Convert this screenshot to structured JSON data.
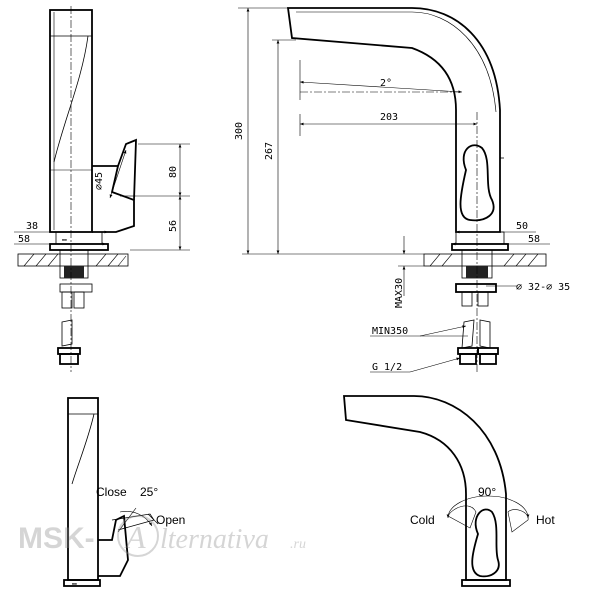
{
  "side_view": {
    "dim_45": "45",
    "dim_80": "80",
    "dim_56": "56",
    "dim_38": "38",
    "dim_58": "58"
  },
  "front_view": {
    "dim_300": "300",
    "dim_267": "267",
    "dim_2deg": "2°",
    "dim_203": "203",
    "dim_50": "50",
    "dim_58": "58",
    "dim_max30": "MAX30",
    "dim_hole": "32-",
    "dim_hole2": "35",
    "label_min350": "MIN350",
    "label_thread": "G 1/2"
  },
  "lever_side": {
    "close": "Close",
    "angle": "25°",
    "open": "Open"
  },
  "lever_front": {
    "angle": "90°",
    "cold": "Cold",
    "hot": "Hot"
  },
  "watermark": {
    "left": "MSK-",
    "right": "lternativa",
    "suffix": ".ru"
  }
}
